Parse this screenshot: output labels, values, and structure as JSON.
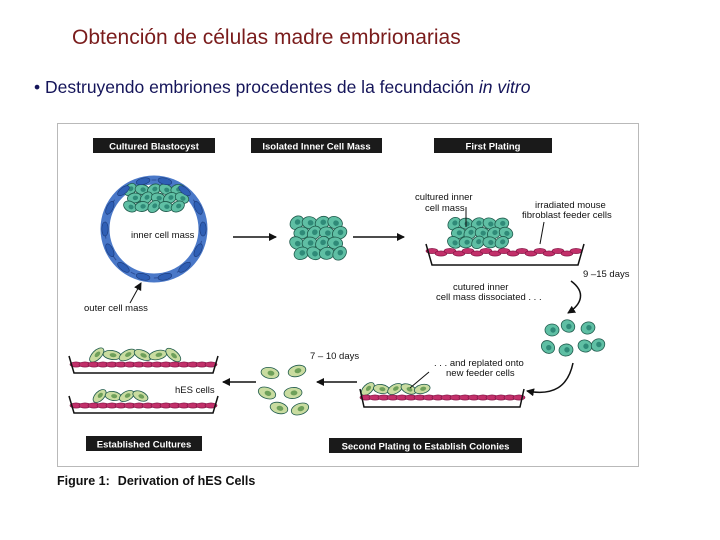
{
  "slide": {
    "title": "Obtención de células madre embrionarias",
    "bullet_symbol": "•",
    "bullet_text": "Destruyendo embriones procedentes de la fecundación",
    "bullet_italic": "in vitro"
  },
  "figure": {
    "headers": {
      "cultured_blastocyst": "Cultured Blastocyst",
      "isolated_icm": "Isolated Inner Cell Mass",
      "first_plating": "First Plating",
      "established_cultures": "Established Cultures",
      "second_plating": "Second Plating to Establish Colonies"
    },
    "labels": {
      "inner_cell_mass": "inner cell mass",
      "outer_cell_mass": "outer cell mass",
      "cultured_icm_line1": "cultured inner",
      "cultured_icm_line2": "cell mass",
      "irradiated_line1": "irradiated mouse",
      "irradiated_line2": "fibroblast feeder cells",
      "days_9_15": "9 –15 days",
      "dissociated_line1": "cutured inner",
      "dissociated_line2": "cell mass dissociated . . .",
      "replated_line1": ". . . and replated onto",
      "replated_line2": "new feeder cells",
      "days_7_10": "7 – 10 days",
      "hes_cells": "hES cells"
    },
    "colors": {
      "header_bg": "#1a1a1a",
      "header_text": "#ffffff",
      "icm_cell_fill": "#5fbfa4",
      "icm_cell_nucleus": "#2f8a78",
      "hes_cell_fill": "#c9dca0",
      "feeder_cell": "#c2306a",
      "blastocyst_ring": "#4a78c8"
    },
    "caption_prefix": "Figure 1:",
    "caption_text": "Derivation of hES Cells"
  }
}
